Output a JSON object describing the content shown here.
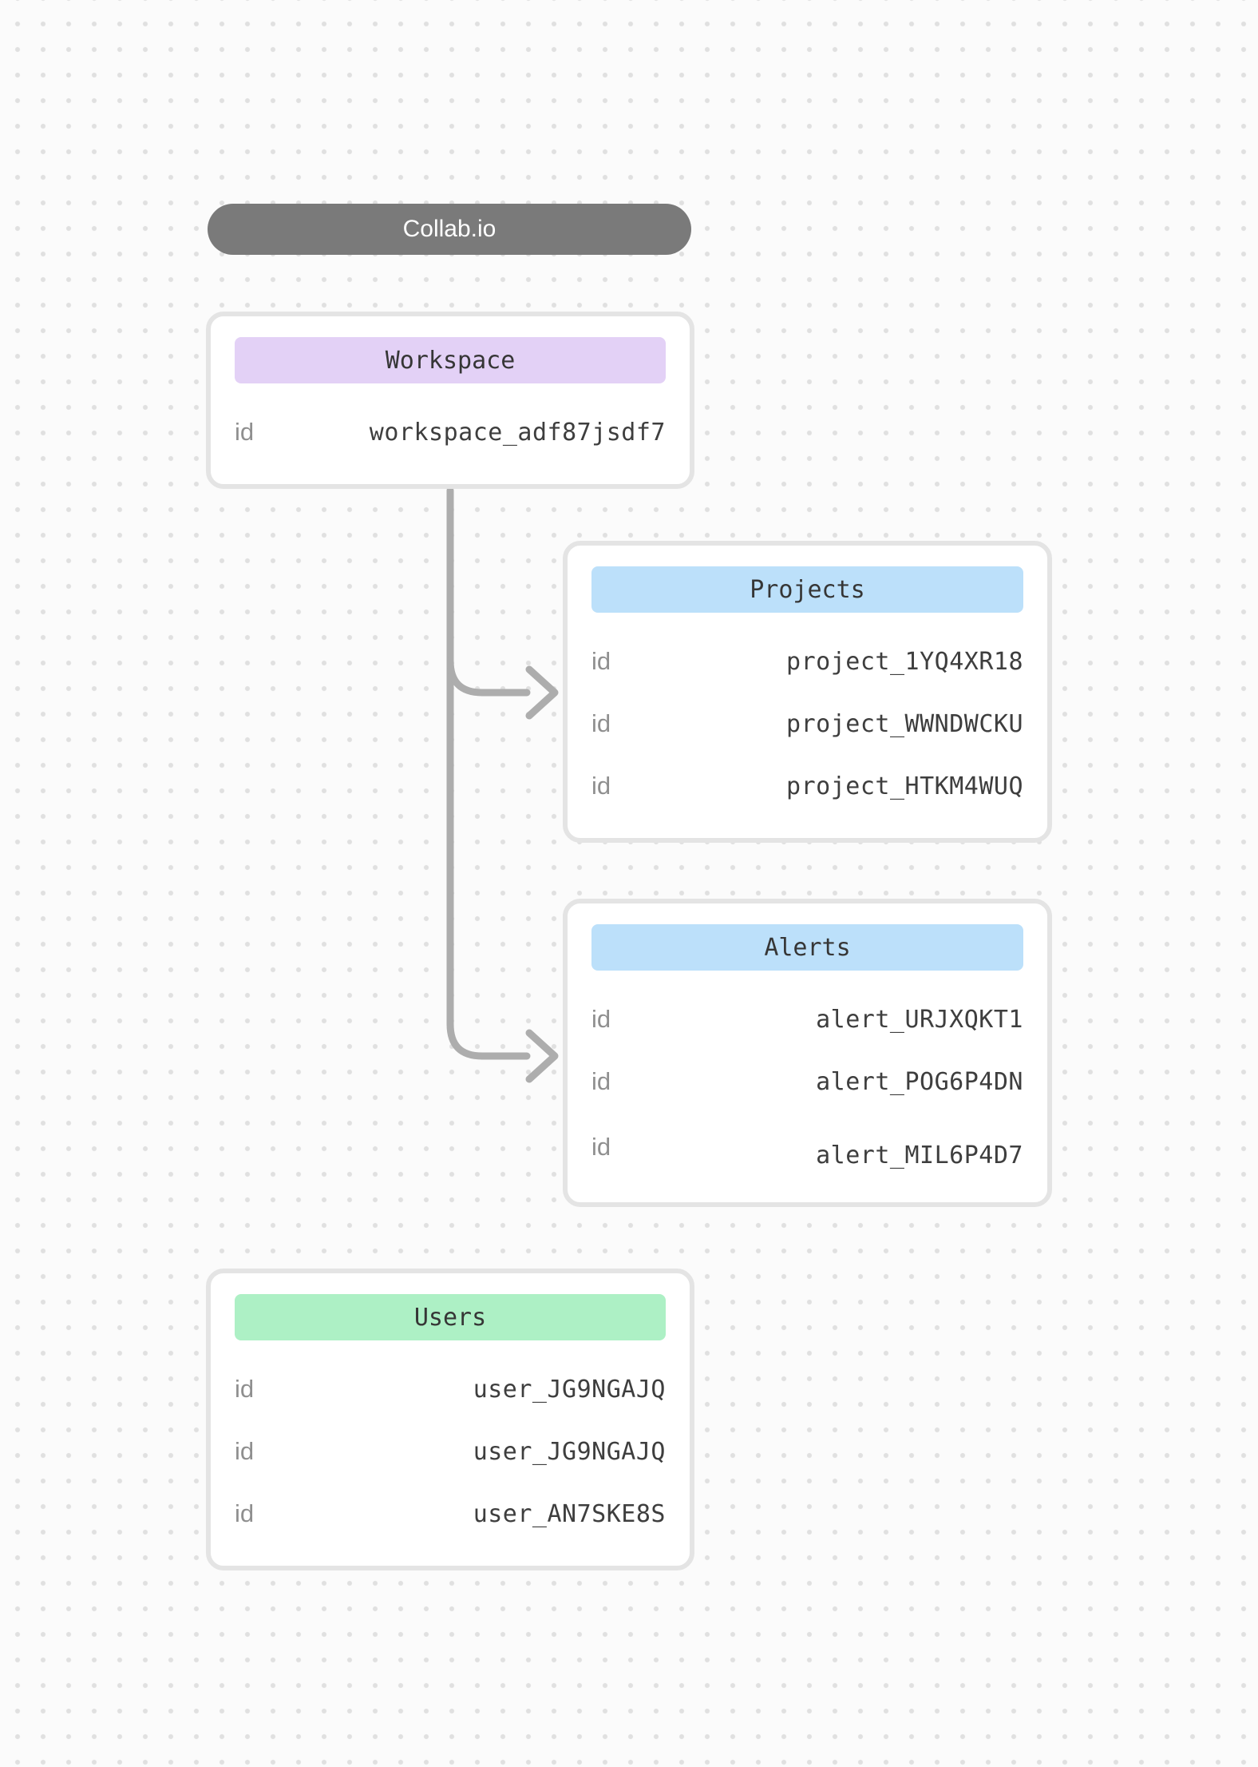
{
  "app": {
    "title": "Collab.io"
  },
  "colors": {
    "title_pill_bg": "#7a7a7a",
    "title_text": "#ffffff",
    "workspace_header_bg": "#e3d1f6",
    "projects_header_bg": "#bce0fa",
    "alerts_header_bg": "#bce0fa",
    "users_header_bg": "#adf0c5",
    "card_border": "#e4e4e4",
    "connector": "#adadad",
    "key_text": "#8f8f8f",
    "value_text": "#3e3e3e"
  },
  "nodes": {
    "workspace": {
      "title": "Workspace",
      "rows": [
        {
          "key": "id",
          "value": "workspace_adf87jsdf7"
        }
      ]
    },
    "projects": {
      "title": "Projects",
      "rows": [
        {
          "key": "id",
          "value": "project_1YQ4XR18"
        },
        {
          "key": "id",
          "value": "project_WWNDWCKU"
        },
        {
          "key": "id",
          "value": "project_HTKM4WUQ"
        }
      ]
    },
    "alerts": {
      "title": "Alerts",
      "rows": [
        {
          "key": "id",
          "value": "alert_URJXQKT1"
        },
        {
          "key": "id",
          "value": "alert_POG6P4DN"
        },
        {
          "key": "id",
          "value": "alert_MIL6P4D7"
        }
      ]
    },
    "users": {
      "title": "Users",
      "rows": [
        {
          "key": "id",
          "value": "user_JG9NGAJQ"
        },
        {
          "key": "id",
          "value": "user_JG9NGAJQ"
        },
        {
          "key": "id",
          "value": "user_AN7SKE8S"
        }
      ]
    }
  }
}
